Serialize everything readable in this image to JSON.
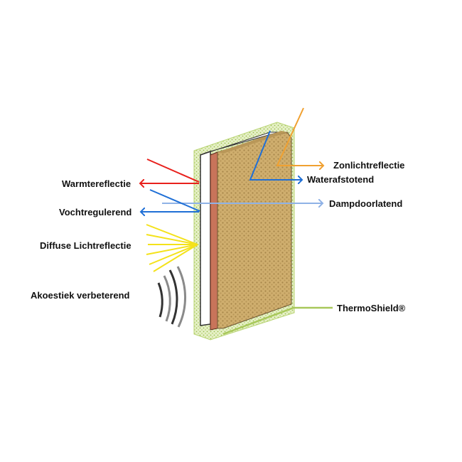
{
  "labels": {
    "zonlicht": "Zonlichtreflectie",
    "waterafstotend": "Waterafstotend",
    "dampdoorlatend": "Dampdoorlatend",
    "warmte": "Warmtereflectie",
    "vocht": "Vochtregulerend",
    "diffuse": "Diffuse Lichtreflectie",
    "akoestiek": "Akoestiek verbeterend",
    "thermoshield": "ThermoShield®"
  },
  "colors": {
    "red": "#e8201c",
    "blue": "#1f6fd6",
    "orange": "#f0a030",
    "lightblue": "#8fb2e6",
    "yellow": "#f4e21a",
    "green": "#a8c85a",
    "gray": "#8a8a8a",
    "dark": "#333333",
    "brick": "#c8745a",
    "wood": "#c9a765"
  }
}
